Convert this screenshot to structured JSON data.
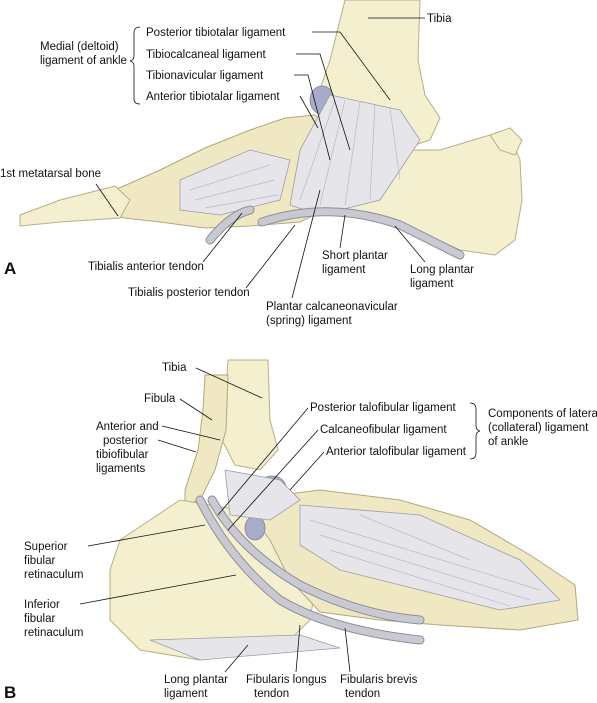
{
  "panel_a": {
    "letter": "A",
    "labels": {
      "medial_line1": "Medial (deltoid)",
      "medial_line2": "ligament of ankle",
      "posterior_tibiotalar": "Posterior tibiotalar ligament",
      "tibiocalcaneal": "Tibiocalcaneal ligament",
      "tibionavicular": "Tibionavicular ligament",
      "anterior_tibiotalar": "Anterior tibiotalar ligament",
      "tibia": "Tibia",
      "first_metatarsal": "1st metatarsal bone",
      "tibialis_anterior": "Tibialis anterior tendon",
      "tibialis_posterior": "Tibialis posterior tendon",
      "short_plantar_1": "Short plantar",
      "short_plantar_2": "ligament",
      "long_plantar_1": "Long plantar",
      "long_plantar_2": "ligament",
      "spring_1": "Plantar calcaneonavicular",
      "spring_2": "(spring) ligament"
    }
  },
  "panel_b": {
    "letter": "B",
    "labels": {
      "tibia": "Tibia",
      "fibula": "Fibula",
      "antpost_1": "Anterior and",
      "antpost_2": "posterior",
      "antpost_3": "tibiofibular",
      "antpost_4": "ligaments",
      "posterior_talofibular": "Posterior talofibular ligament",
      "calcaneofibular": "Calcaneofibular ligament",
      "anterior_talofibular": "Anterior talofibular ligament",
      "lateral_1": "Components of lateral",
      "lateral_2": "(collateral) ligament",
      "lateral_3": "of ankle",
      "superior_1": "Superior",
      "superior_2": "fibular",
      "superior_3": "retinaculum",
      "inferior_1": "Inferior",
      "inferior_2": "fibular",
      "inferior_3": "retinaculum",
      "long_plantar_1": "Long plantar",
      "long_plantar_2": "ligament",
      "fib_longus_1": "Fibularis longus",
      "fib_longus_2": "tendon",
      "fib_brevis_1": "Fibularis brevis",
      "fib_brevis_2": "tendon"
    }
  }
}
